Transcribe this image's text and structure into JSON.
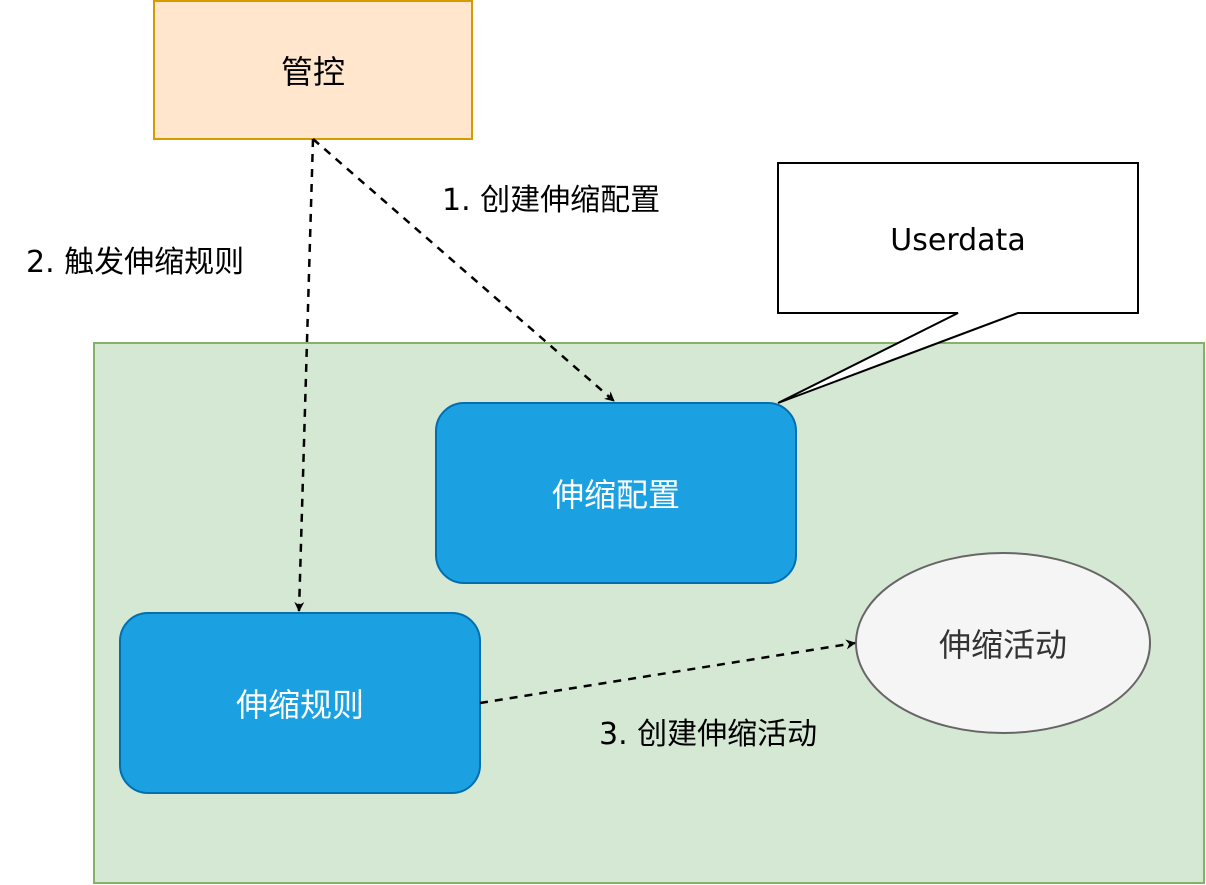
{
  "diagram": {
    "control_label": "管控",
    "userdata_label": "Userdata",
    "scaling_config_label": "伸缩配置",
    "scaling_rule_label": "伸缩规则",
    "scaling_activity_label": "伸缩活动",
    "edge_create_config": "1. 创建伸缩配置",
    "edge_trigger_rule": "2. 触发伸缩规则",
    "edge_create_activity": "3. 创建伸缩活动"
  },
  "colors": {
    "control_fill": "#ffe6cc",
    "control_stroke": "#d79b00",
    "container_fill": "#d5e8d4",
    "container_stroke": "#82b366",
    "node_fill": "#1ba1e2",
    "node_stroke": "#006eaf",
    "ellipse_fill": "#f5f5f5",
    "ellipse_stroke": "#666666",
    "text_dark": "#000000",
    "text_light": "#ffffff",
    "ellipse_text": "#333333"
  }
}
